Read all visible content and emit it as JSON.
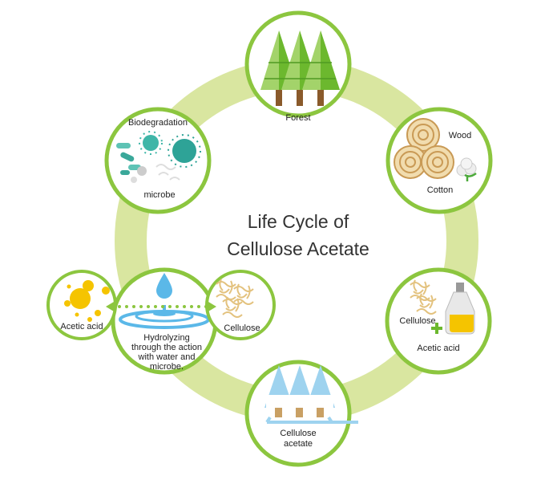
{
  "title": {
    "line1": "Life Cycle of",
    "line2": "Cellulose Acetate"
  },
  "stages": {
    "forest": "Forest",
    "wood": "Wood",
    "cotton": "Cotton",
    "cellulose_reaction": "Cellulose",
    "acetic_acid_reaction": "Acetic acid",
    "cellulose_acetate_1": "Cellulose",
    "cellulose_acetate_2": "acetate",
    "hydrolyzing": [
      "Hydrolyzing",
      "through the action",
      "with water and",
      "microbe."
    ],
    "acetic_acid": "Acetic acid",
    "cellulose": "Cellulose",
    "biodegradation": "Biodegradation",
    "microbe": "microbe"
  },
  "colors": {
    "ring": "#d9e6a0",
    "border": "#8cc63f",
    "tree": "#7cc242",
    "water": "#5bb8e8",
    "acid": "#f5c400",
    "fiber": "#e6c98a",
    "microbe": "#3fb6a8"
  }
}
